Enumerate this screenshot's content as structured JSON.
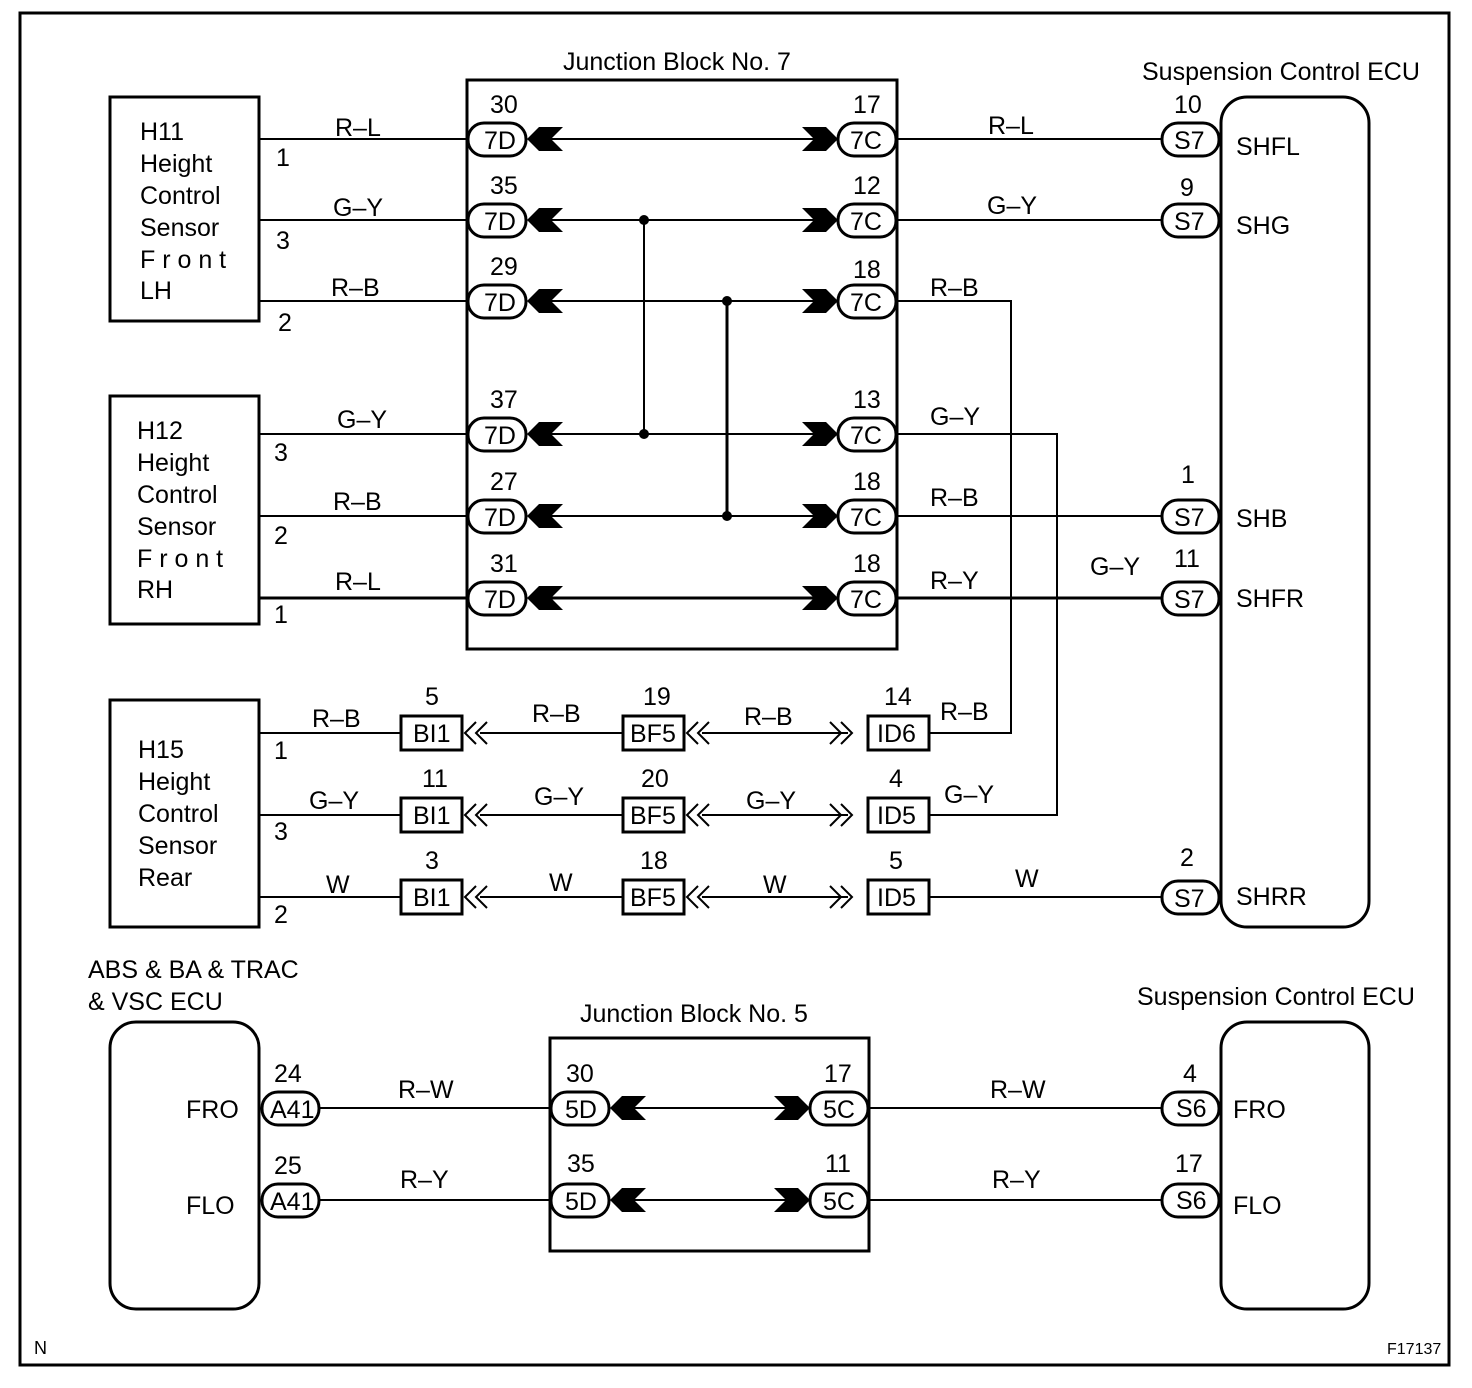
{
  "diagram": {
    "jb7_title": "Junction Block No. 7",
    "jb5_title": "Junction Block No. 5",
    "ecu_top_title": "Suspension Control ECU",
    "ecu_bottom_title": "Suspension Control ECU",
    "abs_title_line1": "ABS & BA & TRAC",
    "abs_title_line2": "& VSC ECU",
    "corner_left": "N",
    "corner_right": "F17137",
    "h11": {
      "code": "H11",
      "line1": "Height",
      "line2": "Control",
      "line3": "Sensor",
      "line4": "F r o n t",
      "line5": "LH"
    },
    "h12": {
      "code": "H12",
      "line1": "Height",
      "line2": "Control",
      "line3": "Sensor",
      "line4": "F r o n t",
      "line5": "RH"
    },
    "h15": {
      "code": "H15",
      "line1": "Height",
      "line2": "Control",
      "line3": "Sensor",
      "line4": "Rear"
    },
    "sensor_pins": [
      "1",
      "3",
      "2",
      "3",
      "2",
      "1",
      "1",
      "3",
      "2"
    ],
    "left_wire_colors": [
      "R–L",
      "G–Y",
      "R–B",
      "G–Y",
      "R–B",
      "R–L"
    ],
    "jb7_left_pins": [
      "30",
      "35",
      "29",
      "37",
      "27",
      "31"
    ],
    "jb7_left_conn": "7D",
    "jb7_right_pins": [
      "17",
      "12",
      "18",
      "13",
      "18",
      "18"
    ],
    "jb7_right_conn": "7C",
    "right_wire_colors": [
      "R–L",
      "G–Y",
      "R–B",
      "G–Y",
      "R–B",
      "R–Y"
    ],
    "shfr_extra_color": "G–Y",
    "ecu_top_pins": [
      "10",
      "9",
      "1",
      "11",
      "2"
    ],
    "ecu_top_conn": "S7",
    "ecu_top_terms": [
      "SHFL",
      "SHG",
      "SHB",
      "SHFR",
      "SHRR"
    ],
    "rear_rows": [
      {
        "sensor_color": "R–B",
        "bi_pin": "5",
        "bi_conn": "BI1",
        "mid_color": "R–B",
        "bf_pin": "19",
        "bf_conn": "BF5",
        "right_color": "R–B",
        "id_pin": "14",
        "id_conn": "ID6",
        "out_color": "R–B"
      },
      {
        "sensor_color": "G–Y",
        "bi_pin": "11",
        "bi_conn": "BI1",
        "mid_color": "G–Y",
        "bf_pin": "20",
        "bf_conn": "BF5",
        "right_color": "G–Y",
        "id_pin": "4",
        "id_conn": "ID5",
        "out_color": "G–Y"
      },
      {
        "sensor_color": "W",
        "bi_pin": "3",
        "bi_conn": "BI1",
        "mid_color": "W",
        "bf_pin": "18",
        "bf_conn": "BF5",
        "right_color": "W",
        "id_pin": "5",
        "id_conn": "ID5",
        "out_color": "W"
      }
    ],
    "abs_terms": [
      "FRO",
      "FLO"
    ],
    "abs_pins": [
      "24",
      "25"
    ],
    "abs_conn": "A41",
    "bottom_left_colors": [
      "R–W",
      "R–Y"
    ],
    "jb5_left_pins": [
      "30",
      "35"
    ],
    "jb5_left_conn": "5D",
    "jb5_right_pins": [
      "17",
      "11"
    ],
    "jb5_right_conn": "5C",
    "bottom_right_colors": [
      "R–W",
      "R–Y"
    ],
    "ecu_bottom_pins": [
      "4",
      "17"
    ],
    "ecu_bottom_conn": "S6",
    "ecu_bottom_terms": [
      "FRO",
      "FLO"
    ]
  }
}
